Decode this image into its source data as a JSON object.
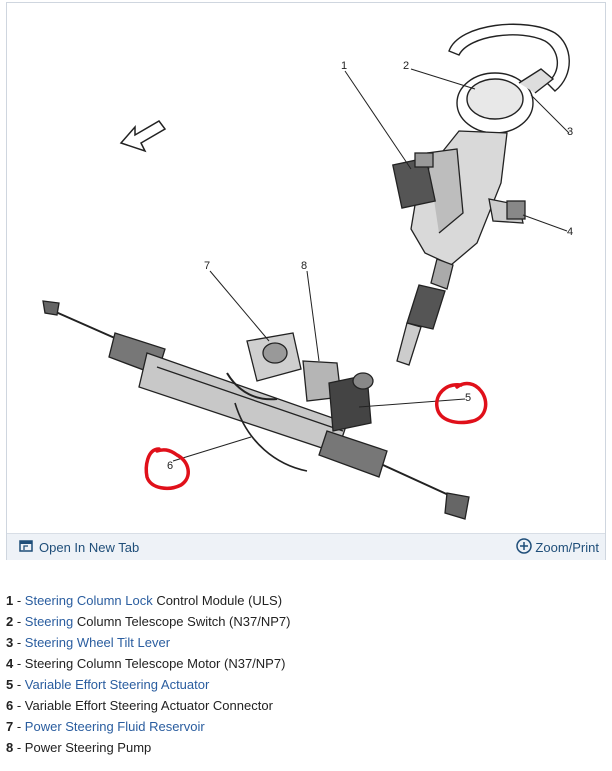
{
  "callouts": [
    "1",
    "2",
    "3",
    "4",
    "5",
    "6",
    "7",
    "8"
  ],
  "toolbar": {
    "open_label": "Open In New Tab",
    "zoom_label": "Zoom/Print"
  },
  "legend": [
    {
      "num": "1",
      "sep": " - ",
      "link": "Steering Column Lock",
      "rest": " Control Module (ULS)"
    },
    {
      "num": "2",
      "sep": " - ",
      "link": "Steering",
      "rest": " Column Telescope Switch (N37/NP7)"
    },
    {
      "num": "3",
      "sep": " - ",
      "link": "Steering Wheel Tilt Lever",
      "rest": ""
    },
    {
      "num": "4",
      "sep": " - ",
      "link": "",
      "rest": "Steering Column Telescope Motor (N37/NP7)"
    },
    {
      "num": "5",
      "sep": " - ",
      "link": "Variable Effort Steering Actuator",
      "rest": ""
    },
    {
      "num": "6",
      "sep": " - ",
      "link": "",
      "rest": "Variable Effort Steering Actuator Connector"
    },
    {
      "num": "7",
      "sep": " - ",
      "link": "Power Steering Fluid Reservoir",
      "rest": ""
    },
    {
      "num": "8",
      "sep": " - ",
      "link": "",
      "rest": "Power Steering Pump"
    }
  ],
  "colors": {
    "link": "#2a5d9f",
    "highlight": "#e0101a",
    "toolbar_bg": "#eef2f7"
  }
}
